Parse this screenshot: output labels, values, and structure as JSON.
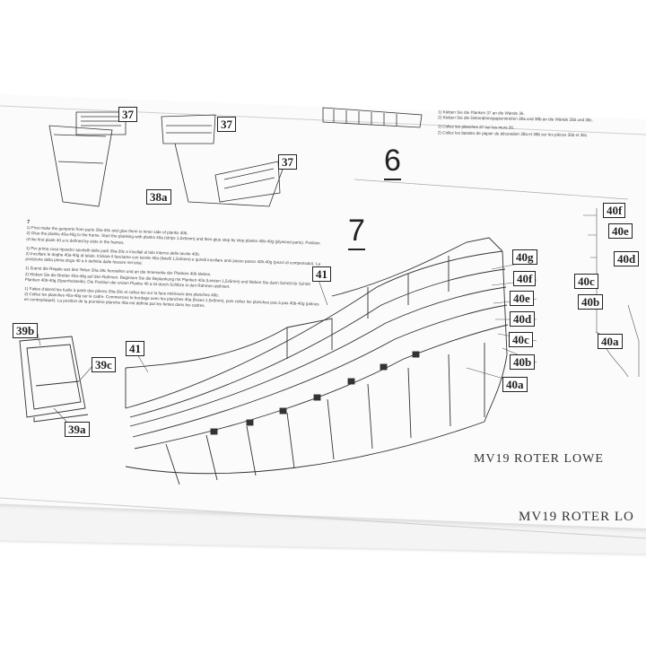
{
  "steps": {
    "six": "6",
    "seven": "7"
  },
  "labels": {
    "p37a": "37",
    "p37b": "37",
    "p37c": "37",
    "p38a": "38a",
    "p41a": "41",
    "p41b": "41",
    "p39b": "39b",
    "p39c": "39c",
    "p39a": "39a",
    "p40g": "40g",
    "p40f": "40f",
    "p40e": "40e",
    "p40d": "40d",
    "p40c": "40c",
    "p40b": "40b",
    "p40a": "40a",
    "s40f": "40f",
    "s40e": "40e",
    "s40d": "40d",
    "s40c": "40c",
    "s40b": "40b",
    "s40a": "40a"
  },
  "instructions": {
    "step_heading": "7",
    "en": "1) First make the gunports from parts 39a-39c and glue them to inner side of planks 40b.\n2) Glue the planks 40a-40g to the frame. Start the planking with planks 40a (strips 1,5x5mm) and then glue step by step planks 40b-40g (plywood parts). Position of the first plank 40 a is defined by slots in the frames.",
    "it": "1) Per prima cosa ripsodro sportelli delle parti 39a-39c e incollali al lato interno delle tavole 40b.\n2) Incollare le doghe 40a-40g al telaio. Iniziare il fasciame con tavole 40a (listelli 1,5x5mm) e quindi incollare ansi passo passo 40b-40g (pezzi di compensato). La posizione della prima doga 40 a è definita dalle fessure nei telai.",
    "de": "1) Zuerst die Regale aus den Teilen 39a-39c herstellen und an die Innenseite der Planken 40b kleben.\n2) Kleben Sie die Bretter 40a-40g auf den Rahmen. Beginnen Sie die Beplankung mit Planken 40a (Leisten 1,5x5mm) und kleben Sie dann Schritt für Schritt Planken 40b-40g (Sperrholzteile). Die Position der ersten Planke 40 a ist durch Schlitze in den Rahmen definiert.",
    "fr": "1) Faites d'abord les fusils à partir des pièces 39a-39c et collez-les sur la face intérieure des planches 40b.\n2) Collez les planches 40a-40g sur le cadre. Commencez le bordage avec les planches 40a (lisses 1,5x5mm), puis collez les planches pas à pas 40b-40g (pièces en contreplaqué). La position de la première planche 40a est définie par les fentes dans les cadres."
  },
  "top_right_instr": {
    "de1": "1) Kleben Sie die Planken 37 an die Wände 36.",
    "de2": "2) Kleben Sie die Dekorationspapierstreifen 38a und 38b an die Wände 35b und 38c.",
    "fr1": "1) Collez les planches 37 sur les murs 36.",
    "fr2": "2) Collez les bandes de papier de décoration 38a et 38b sur les pièces 35b et 38c."
  },
  "titles": {
    "main": "MV19 ROTER LOWE",
    "lower": "MV19 ROTER LO"
  },
  "colors": {
    "paper": "#fbfbfb",
    "ink": "#222222",
    "background": "#ffffff"
  }
}
